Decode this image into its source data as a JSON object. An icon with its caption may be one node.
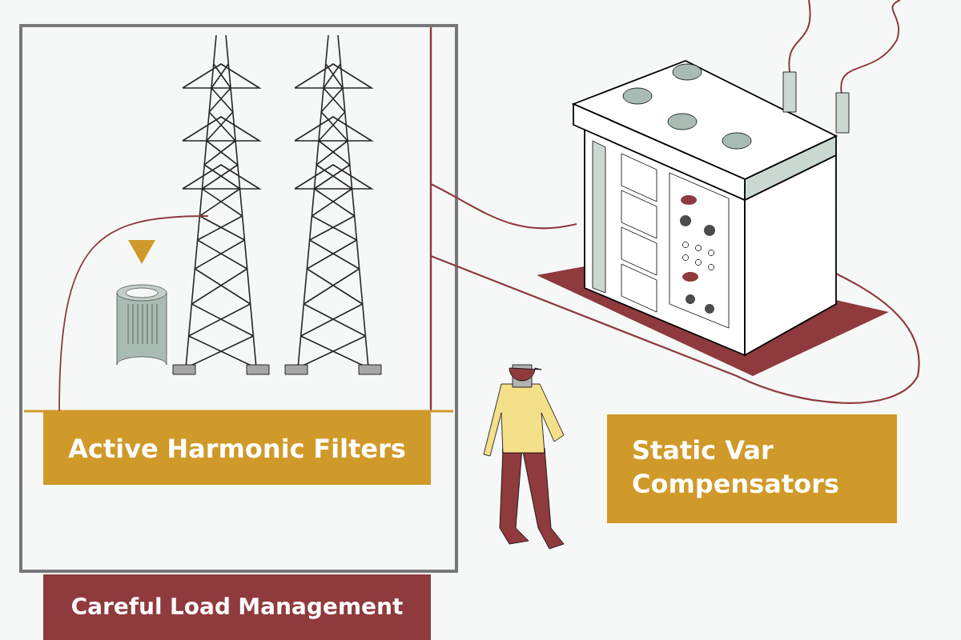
{
  "diagram": {
    "nodes": [
      {
        "text": [
          "Active Harmonic Filters"
        ]
      },
      {
        "text": [
          "Static Var Compensators"
        ]
      },
      {
        "text": [
          "Careful Load Management"
        ]
      }
    ]
  }
}
